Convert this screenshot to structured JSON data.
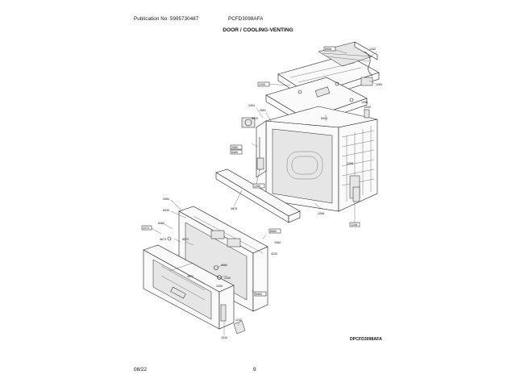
{
  "header": {
    "publication": "Publication No: 5995730487",
    "model": "PCFD3098AFA"
  },
  "section_title": "DOOR / COOLING-VENTING",
  "diagram_code": "DPCFD3098AFA",
  "footer": {
    "date": "08/22",
    "page": "9"
  },
  "callouts": {
    "c1": "8958",
    "c2": "1252",
    "c3": "1260",
    "c4": "1258",
    "c5": "1253",
    "c6": "1262",
    "c7": "2680",
    "c8": "8480",
    "c9": "8470",
    "c10": "5413",
    "c11": "4373",
    "c12": "1280",
    "c13": "2651",
    "c14": "8680",
    "c15": "2084",
    "c16": "8430",
    "c17": "8460",
    "c18": "4674",
    "c19": "8372",
    "c20": "4875",
    "c21": "4872",
    "c22": "1084",
    "c23": "8960",
    "c24": "1248",
    "c25": "4880",
    "c26": "1240",
    "c27": "4220",
    "c28": "1250",
    "c29": "1244",
    "c30": "1264",
    "c31": "1242",
    "c32": "1266",
    "c33": "1268"
  }
}
